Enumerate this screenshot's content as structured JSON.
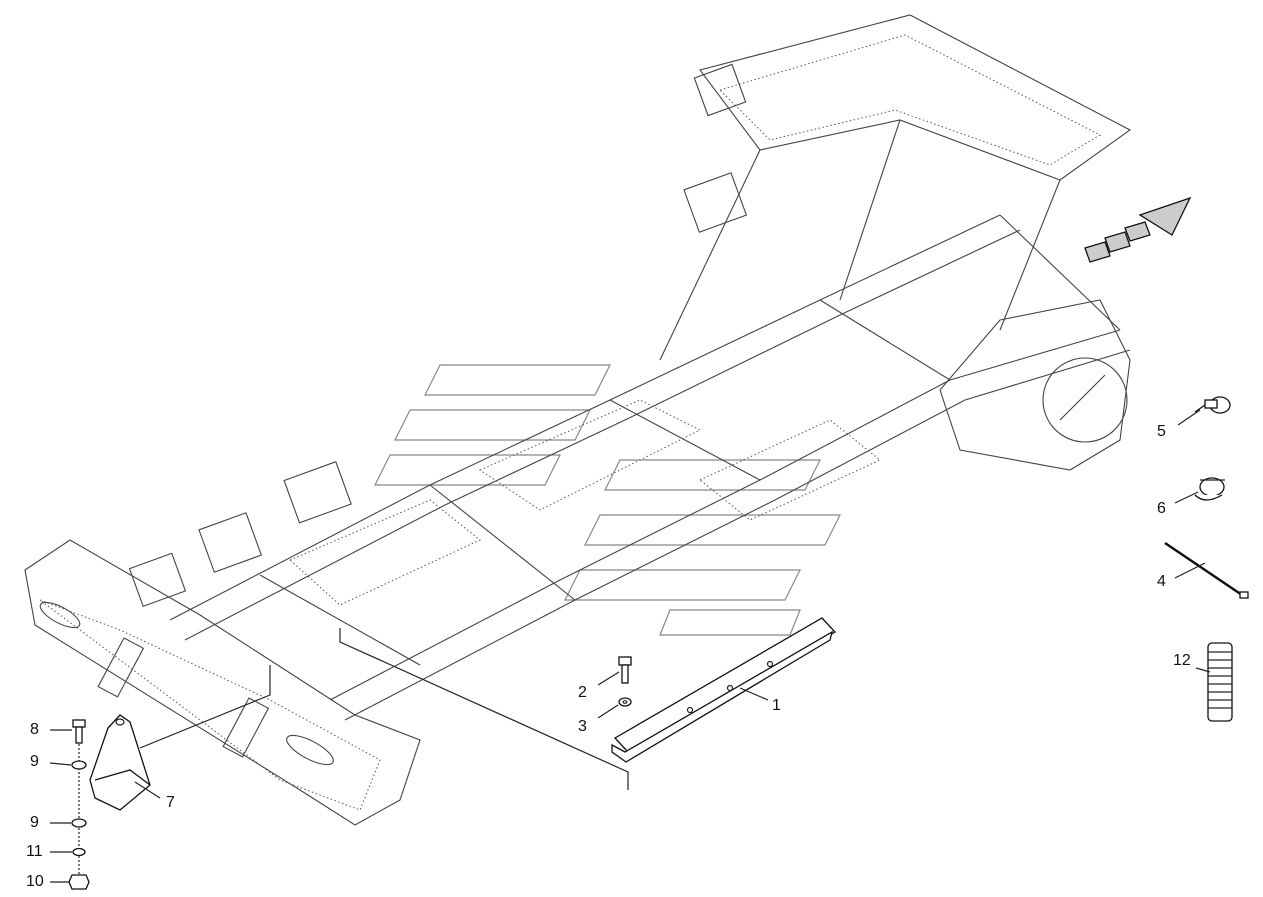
{
  "callouts": [
    {
      "id": "c1",
      "text": "1"
    },
    {
      "id": "c2",
      "text": "2"
    },
    {
      "id": "c3",
      "text": "3"
    },
    {
      "id": "c4",
      "text": "4"
    },
    {
      "id": "c5",
      "text": "5"
    },
    {
      "id": "c6",
      "text": "6"
    },
    {
      "id": "c7",
      "text": "7"
    },
    {
      "id": "c8",
      "text": "8"
    },
    {
      "id": "c9a",
      "text": "9"
    },
    {
      "id": "c9b",
      "text": "9"
    },
    {
      "id": "c10",
      "text": "10"
    },
    {
      "id": "c11",
      "text": "11"
    },
    {
      "id": "c12",
      "text": "12"
    }
  ],
  "colors": {
    "line": "#222222",
    "background": "#ffffff"
  },
  "icons": [
    "direction-arrow-icon"
  ]
}
